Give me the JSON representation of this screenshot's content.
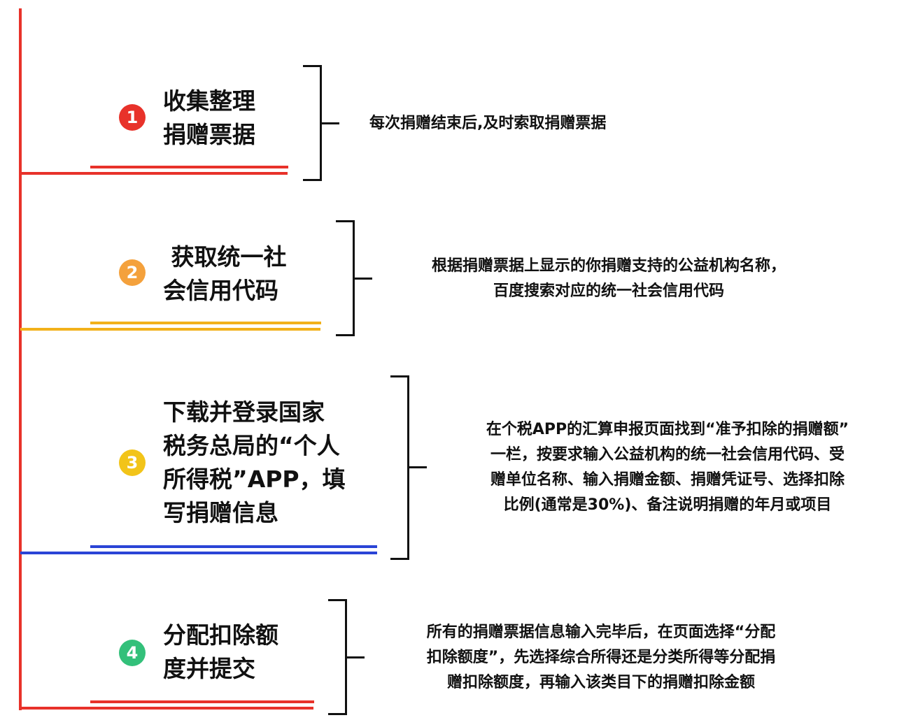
{
  "colors": {
    "trunk": "#e8322a",
    "step_1": "#e8322a",
    "step_2": "#f4a13c",
    "step_3": "#f2c419",
    "step_4": "#33c07a",
    "line_1": "#e8322a",
    "line_2": "#f2b11a",
    "line_3": "#2a44d6",
    "line_4": "#e8322a"
  },
  "steps": [
    {
      "number": "1",
      "title_lines": [
        "收集整理",
        "捐赠票据"
      ],
      "description_lines": [
        "每次捐赠结束后,及时索取捐赠票据"
      ]
    },
    {
      "number": "2",
      "title_lines": [
        " 获取统一社",
        "会信用代码"
      ],
      "description_lines": [
        "根据捐赠票据上显示的你捐赠支持的公益机构名称，",
        "百度搜索对应的统一社会信用代码"
      ]
    },
    {
      "number": "3",
      "title_lines": [
        "下载并登录国家",
        "税务总局的“个人",
        "所得税”APP，填",
        "写捐赠信息"
      ],
      "description_lines": [
        "在个税APP的汇算申报页面找到“准予扣除的捐赠额”",
        "一栏，按要求输入公益机构的统一社会信用代码、受",
        "赠单位名称、输入捐赠金额、捐赠凭证号、选择扣除",
        "比例(通常是30%)、备注说明捐赠的年月或项目"
      ]
    },
    {
      "number": "4",
      "title_lines": [
        "分配扣除额",
        "度并提交"
      ],
      "description_lines": [
        "所有的捐赠票据信息输入完毕后，在页面选择“分配",
        "扣除额度”，先选择综合所得还是分类所得等分配捐",
        "赠扣除额度，再输入该类目下的捐赠扣除金额"
      ]
    }
  ]
}
